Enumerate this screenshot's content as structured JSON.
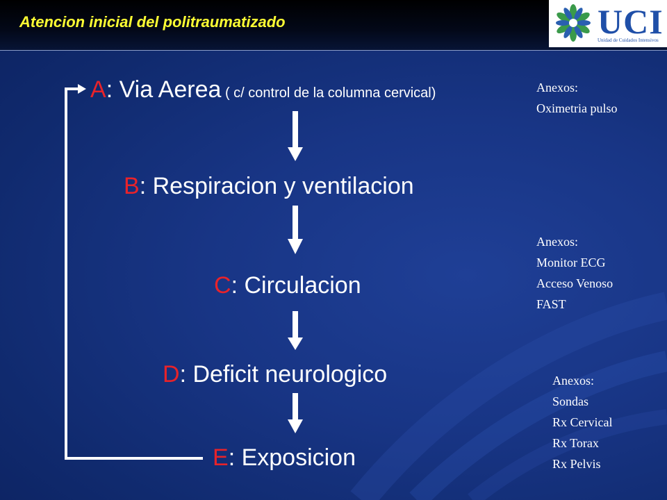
{
  "header": {
    "title": "Atencion inicial del politraumatizado"
  },
  "logo": {
    "text": "UCI",
    "subtitle": "Unidad de Cuidados Intensivos"
  },
  "steps": [
    {
      "letter": "A",
      "text": ": Via Aerea",
      "note": " ( c/ control de la columna cervical)"
    },
    {
      "letter": "B",
      "text": ": Respiracion  y ventilacion"
    },
    {
      "letter": "C",
      "text": ": Circulacion"
    },
    {
      "letter": "D",
      "text": ": Deficit  neurologico"
    },
    {
      "letter": "E",
      "text": ": Exposicion"
    }
  ],
  "annexes": [
    {
      "items": [
        "Anexos:",
        "Oximetria pulso"
      ]
    },
    {
      "items": [
        "Anexos:",
        "Monitor ECG",
        "Acceso Venoso",
        "FAST"
      ]
    },
    {
      "items": [
        "Anexos:",
        "Sondas",
        "Rx Cervical",
        "Rx Torax",
        "Rx Pelvis"
      ]
    }
  ],
  "colors": {
    "accent": "#e8232a",
    "title": "#ffff33",
    "text": "#ffffff",
    "logo": "#1f4fa8"
  }
}
